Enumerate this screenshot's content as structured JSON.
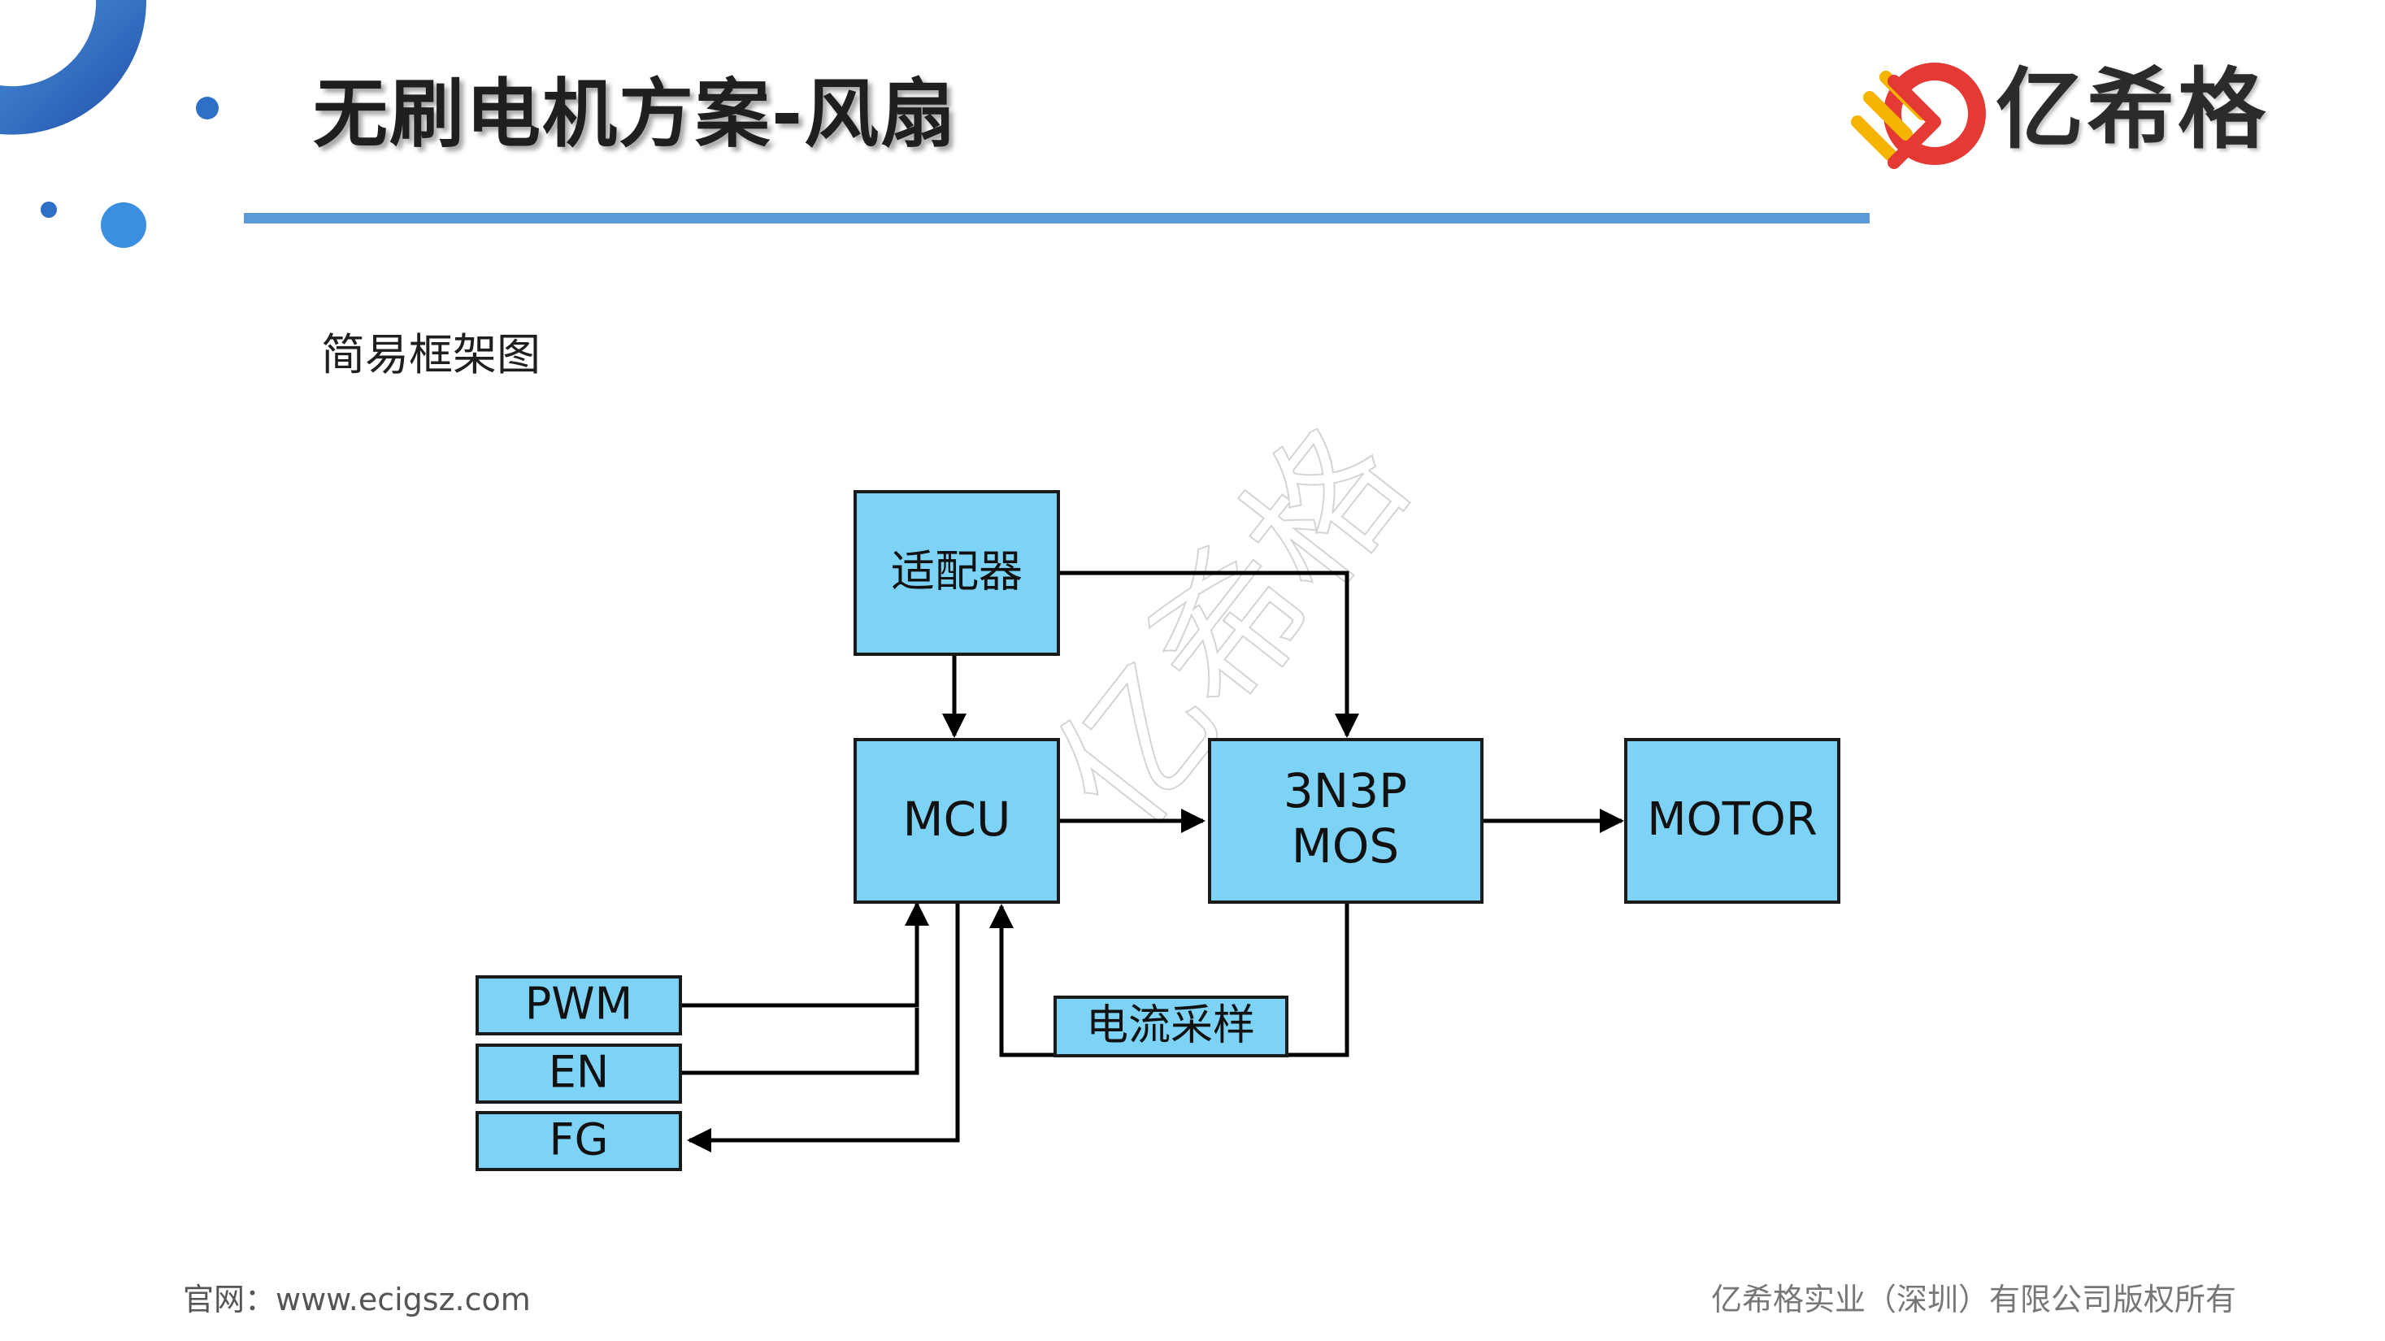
{
  "header": {
    "title": "无刷电机方案-风扇",
    "brand_name": "亿希格",
    "accent_color": "#5b9bd5"
  },
  "subtitle": "简易框架图",
  "diagram": {
    "box_fill": "#7dd3f5",
    "nodes": {
      "adapter": "适配器",
      "mcu": "MCU",
      "mos_line1": "3N3P",
      "mos_line2": "MOS",
      "motor": "MOTOR",
      "pwm": "PWM",
      "en": "EN",
      "fg": "FG",
      "current_sampling": "电流采样"
    },
    "watermark": "亿希格"
  },
  "footer": {
    "website": "官网：www.ecigsz.com",
    "copyright": "亿希格实业（深圳）有限公司版权所有"
  }
}
